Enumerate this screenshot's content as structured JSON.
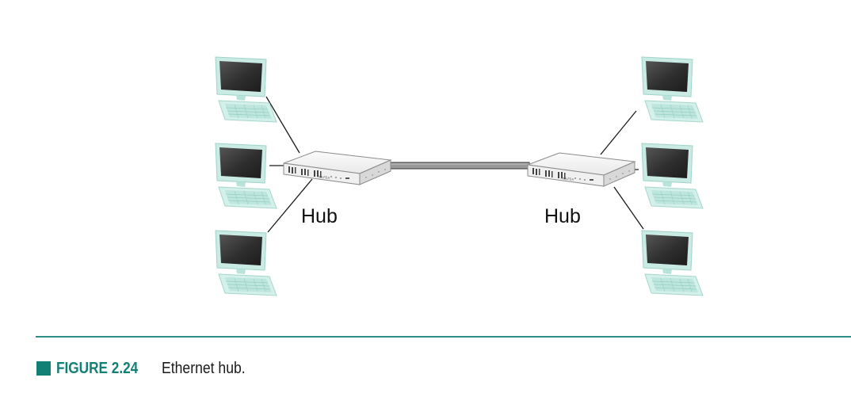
{
  "diagram": {
    "hubs": [
      {
        "label": "Hub",
        "brand": "NOLFEA"
      },
      {
        "label": "Hub",
        "brand": "NOLFEA"
      }
    ],
    "computers_per_hub": 3,
    "colors": {
      "screen_frame": "#c9ebe4",
      "screen": "#3a3a3a",
      "keyboard": "#cfeee8",
      "keys": "#a9d9cf",
      "hub_body": "#f4f4f4",
      "link": "#8f8f8f",
      "accent": "#138075"
    }
  },
  "caption": {
    "figure_number": "FIGURE 2.24",
    "text": "Ethernet hub."
  }
}
